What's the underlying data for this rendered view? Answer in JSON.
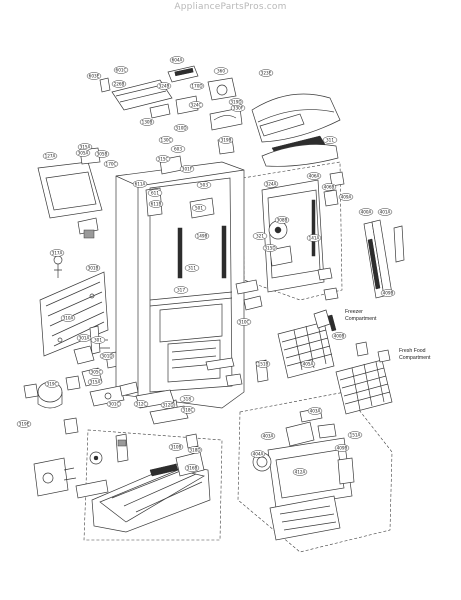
{
  "watermark": "AppliancePartsPros.com",
  "annotations": {
    "freezer_line1": "Freezer",
    "freezer_line2": "Compartment",
    "fresh_line1": "Fresh Food",
    "fresh_line2": "Compartment"
  },
  "callouts": [
    {
      "id": "c1",
      "label": "603E"
    },
    {
      "id": "c2",
      "label": "601C"
    },
    {
      "id": "c3",
      "label": "604A"
    },
    {
      "id": "c4",
      "label": "360"
    },
    {
      "id": "c5",
      "label": "323E"
    },
    {
      "id": "c6",
      "label": "226B"
    },
    {
      "id": "c7",
      "label": "170D"
    },
    {
      "id": "c8",
      "label": "324B"
    },
    {
      "id": "c9",
      "label": "324C"
    },
    {
      "id": "c10",
      "label": "330F"
    },
    {
      "id": "c11",
      "label": "130B"
    },
    {
      "id": "c12",
      "label": "319D"
    },
    {
      "id": "c13",
      "label": "310D"
    },
    {
      "id": "c14",
      "label": "130C"
    },
    {
      "id": "c15",
      "label": "319B"
    },
    {
      "id": "c16",
      "label": "311"
    },
    {
      "id": "c17",
      "label": "127A"
    },
    {
      "id": "c18",
      "label": "315A"
    },
    {
      "id": "c19",
      "label": "170C"
    },
    {
      "id": "c20",
      "label": "603"
    },
    {
      "id": "c21",
      "label": "315C"
    },
    {
      "id": "c22",
      "label": "305A"
    },
    {
      "id": "c23",
      "label": "305B"
    },
    {
      "id": "c24",
      "label": "301F"
    },
    {
      "id": "c25",
      "label": "503"
    },
    {
      "id": "c26",
      "label": "611"
    },
    {
      "id": "c27",
      "label": "611A"
    },
    {
      "id": "c28",
      "label": "611B"
    },
    {
      "id": "c29",
      "label": "501"
    },
    {
      "id": "c30",
      "label": "324A"
    },
    {
      "id": "c31",
      "label": "406A"
    },
    {
      "id": "c32",
      "label": "406B"
    },
    {
      "id": "c33",
      "label": "409A"
    },
    {
      "id": "c34",
      "label": "400A"
    },
    {
      "id": "c35",
      "label": "401A"
    },
    {
      "id": "c36",
      "label": "149B"
    },
    {
      "id": "c37",
      "label": "308B"
    },
    {
      "id": "c38",
      "label": "321"
    },
    {
      "id": "c39",
      "label": "315D"
    },
    {
      "id": "c40",
      "label": "141A"
    },
    {
      "id": "c41",
      "label": "317A"
    },
    {
      "id": "c42",
      "label": "409B"
    },
    {
      "id": "c43",
      "label": "301B"
    },
    {
      "id": "c44",
      "label": "310A"
    },
    {
      "id": "c45",
      "label": "310C"
    },
    {
      "id": "c46",
      "label": "317"
    },
    {
      "id": "c47",
      "label": "311"
    },
    {
      "id": "c48",
      "label": "301"
    },
    {
      "id": "c49",
      "label": "301A"
    },
    {
      "id": "c50",
      "label": "305C"
    },
    {
      "id": "c51",
      "label": "301D"
    },
    {
      "id": "c52",
      "label": "312C"
    },
    {
      "id": "c53",
      "label": "312D"
    },
    {
      "id": "c54",
      "label": "151B"
    },
    {
      "id": "c55",
      "label": "318"
    },
    {
      "id": "c56",
      "label": "400B"
    },
    {
      "id": "c57",
      "label": "405A"
    },
    {
      "id": "c58",
      "label": "319C"
    },
    {
      "id": "c59",
      "label": "318C"
    },
    {
      "id": "c60",
      "label": "315A"
    },
    {
      "id": "c61",
      "label": "319E"
    },
    {
      "id": "c62",
      "label": "301C"
    },
    {
      "id": "c63",
      "label": "310B"
    },
    {
      "id": "c64",
      "label": "318D"
    },
    {
      "id": "c65",
      "label": "316B"
    },
    {
      "id": "c66",
      "label": "403A"
    },
    {
      "id": "c67",
      "label": "404A"
    },
    {
      "id": "c68",
      "label": "403A"
    },
    {
      "id": "c69",
      "label": "409B"
    },
    {
      "id": "c70",
      "label": "412A"
    },
    {
      "id": "c71",
      "label": "151A"
    }
  ]
}
